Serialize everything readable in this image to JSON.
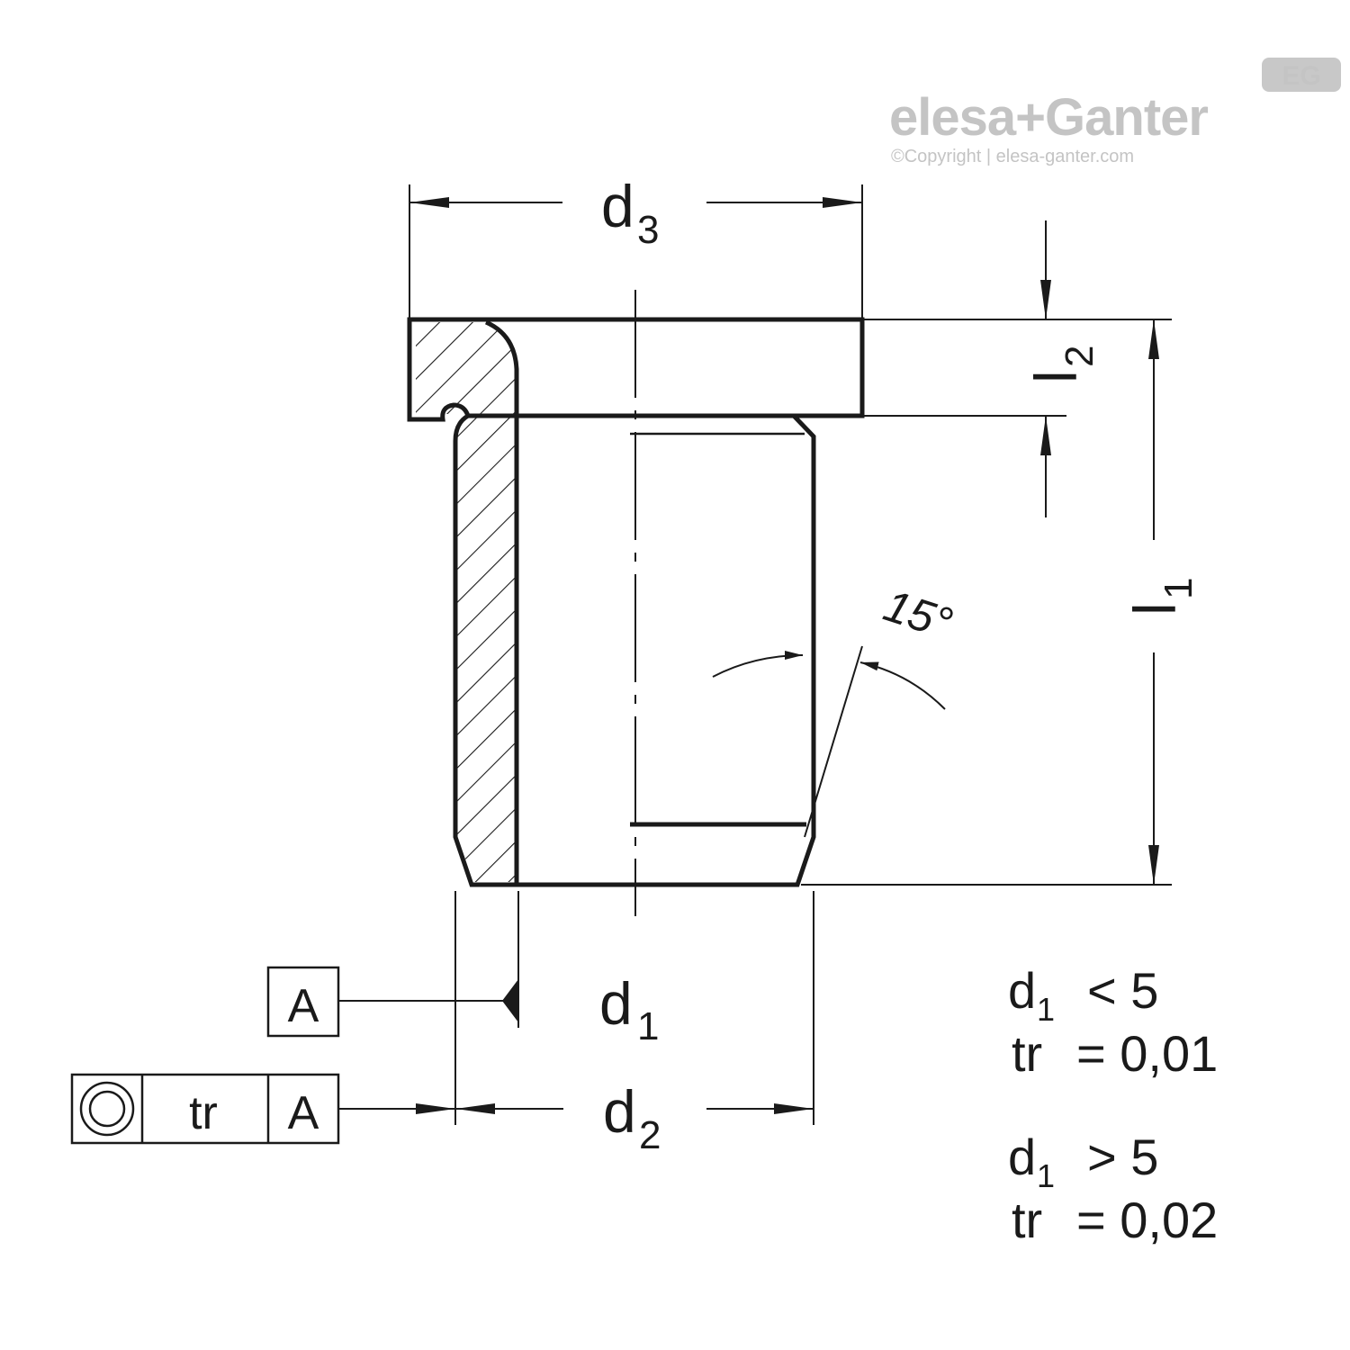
{
  "brand": {
    "logo_text": "elesa+Ganter",
    "badge_text": "EG",
    "copyright": "©Copyright | elesa-ganter.com"
  },
  "dimensions": {
    "d1": {
      "letter": "d",
      "sub": "1"
    },
    "d2": {
      "letter": "d",
      "sub": "2"
    },
    "d3": {
      "letter": "d",
      "sub": "3"
    },
    "l1": {
      "letter": "l",
      "sub": "1"
    },
    "l2": {
      "letter": "l",
      "sub": "2"
    },
    "angle": "15°"
  },
  "datum": {
    "label": "A"
  },
  "tolerance_frame": {
    "symbol": "concentricity-icon",
    "value": "tr",
    "datum": "A"
  },
  "notes": {
    "row1": {
      "var": "d",
      "sub": "1",
      "cond": "< 5"
    },
    "row2": {
      "var": "tr",
      "cond": "= 0,01"
    },
    "row3": {
      "var": "d",
      "sub": "1",
      "cond": "> 5"
    },
    "row4": {
      "var": "tr",
      "cond": "= 0,02"
    }
  }
}
